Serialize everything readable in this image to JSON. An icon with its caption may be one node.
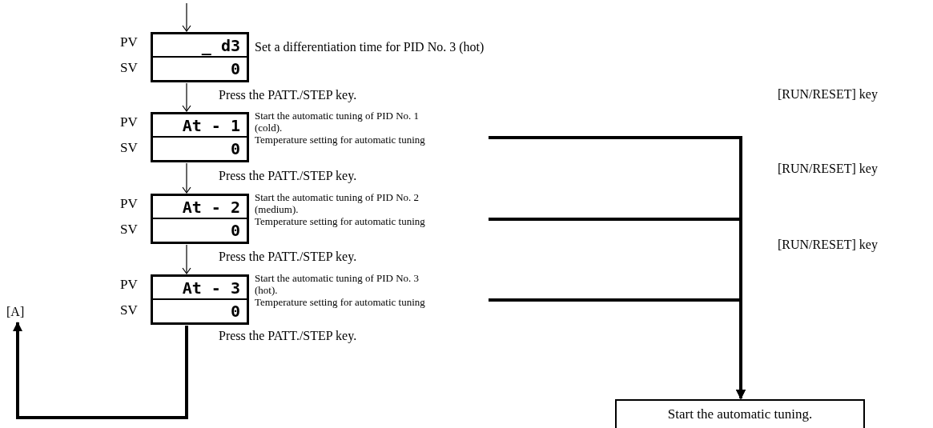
{
  "diagram": {
    "nodes": [
      {
        "text": [
          "_ d3",
          "0"
        ],
        "beside": [
          "PV",
          "SV",
          "Set a differentiation time for PID No. 3 (hot)"
        ]
      },
      {
        "text": [
          "At - 1",
          "0"
        ],
        "beside": [
          "PV",
          "SV",
          "Start the automatic tuning of PID No. 1 (cold).",
          "Temperature setting for automatic tuning"
        ]
      },
      {
        "text": [
          "At - 2",
          "0"
        ],
        "beside": [
          "PV",
          "SV",
          "Start the automatic tuning of PID No. 2 (medium).",
          "Temperature setting for automatic tuning"
        ]
      },
      {
        "text": [
          "At - 3",
          "0"
        ],
        "beside": [
          "PV",
          "SV",
          "Start the automatic tuning of PID No. 3 (hot).",
          "Temperature setting for automatic tuning"
        ]
      },
      {
        "text": [
          "[A]"
        ]
      },
      {
        "text": [
          "Start the automatic tuning."
        ]
      }
    ],
    "edges": [
      {
        "from": null,
        "to": 0,
        "arrow": "to"
      },
      {
        "from": 0,
        "to": 1,
        "arrow": "to",
        "label": "Press the PATT./STEP key."
      },
      {
        "from": 1,
        "to": 2,
        "arrow": "to",
        "label": "Press the PATT./STEP key."
      },
      {
        "from": 2,
        "to": 3,
        "arrow": "to",
        "label": "Press the PATT./STEP key."
      },
      {
        "from": 3,
        "to": 4,
        "arrow": "to",
        "label": "Press the PATT./STEP key.",
        "style": "thick"
      },
      {
        "from": 1,
        "to": 5,
        "arrow": "to",
        "label": "[RUN/RESET] key",
        "style": "thick"
      },
      {
        "from": 2,
        "to": 5,
        "arrow": "to",
        "label": "[RUN/RESET] key",
        "style": "thick"
      },
      {
        "from": 3,
        "to": 5,
        "arrow": "to",
        "label": "[RUN/RESET] key",
        "style": "thick"
      }
    ]
  }
}
